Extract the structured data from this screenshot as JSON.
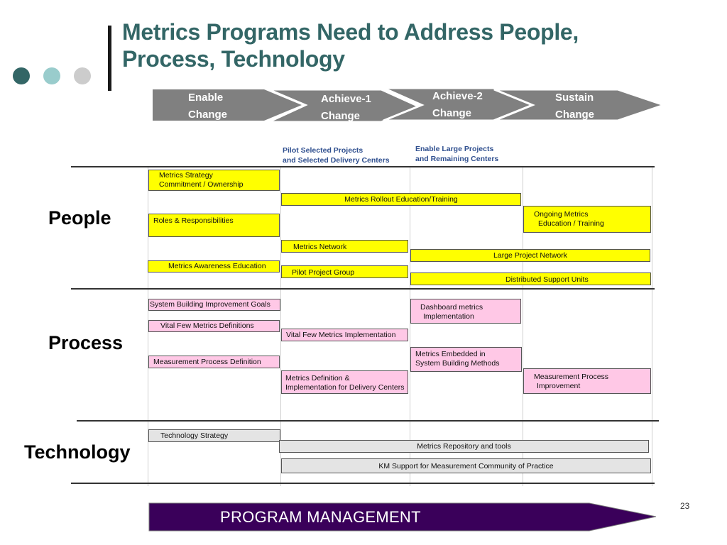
{
  "slide": {
    "title_line1": "Metrics Programs Need to Address People,",
    "title_line2": "Process, Technology",
    "page_number": "23",
    "colors": {
      "title": "#336666",
      "dot_dark": "#336666",
      "dot_light": "#99cccc",
      "dot_gray": "#cccccc",
      "people_process_fill": "#ffff00",
      "process_fill": "#ffc8e6",
      "tech_fill": "#e4e4e4",
      "program_bar": "#3a005a"
    }
  },
  "phases": [
    {
      "line1": "Enable",
      "line2": "Change"
    },
    {
      "line1": "Achieve-1",
      "line2": "Change"
    },
    {
      "line1": "Achieve-2",
      "line2": "Change"
    },
    {
      "line1": "Sustain",
      "line2": "Change"
    }
  ],
  "subheaders": {
    "pilot_line1": "Pilot Selected Projects",
    "pilot_line2": "and Selected Delivery Centers",
    "enable_line1": "Enable Large Projects",
    "enable_line2": "and Remaining Centers"
  },
  "rows": {
    "people": "People",
    "process": "Process",
    "technology": "Technology"
  },
  "people_items": {
    "strategy_line1": "Metrics Strategy",
    "strategy_line2": "Commitment / Ownership",
    "rollout": "Metrics Rollout Education/Training",
    "ongoing_line1": "Ongoing Metrics",
    "ongoing_line2": "Education / Training",
    "roles": "Roles & Responsibilities",
    "network": "Metrics Network",
    "large_network": "Large Project Network",
    "awareness": "Metrics Awareness Education",
    "pilot_group": "Pilot Project Group",
    "distributed": "Distributed Support Units"
  },
  "process_items": {
    "sbig": "System Building Improvement Goals",
    "dashboard_line1": "Dashboard metrics",
    "dashboard_line2": "Implementation",
    "vital_def": "Vital Few Metrics Definitions",
    "vital_impl": "Vital Few Metrics Implementation",
    "embedded_line1": "Metrics Embedded in",
    "embedded_line2": "System Building Methods",
    "mpd": "Measurement Process  Definition",
    "mdi_line1": "Metrics Definition &",
    "mdi_line2": "Implementation for Delivery Centers",
    "mpi_line1": "Measurement Process",
    "mpi_line2": "Improvement"
  },
  "tech_items": {
    "strategy": "Technology Strategy",
    "repository": "Metrics Repository  and tools",
    "km": "KM Support  for  Measurement Community of Practice"
  },
  "program_management": "PROGRAM MANAGEMENT"
}
